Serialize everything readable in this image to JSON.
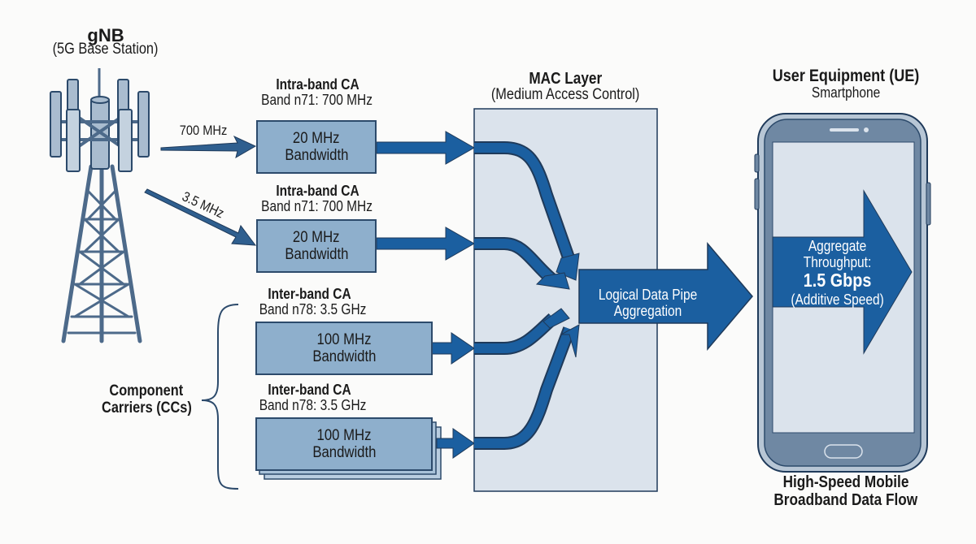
{
  "gnb": {
    "title": "gNB",
    "subtitle": "(5G Base Station)",
    "links": [
      {
        "label": "700 MHz"
      },
      {
        "label": "3.5 MHz"
      }
    ]
  },
  "component_carriers": {
    "label_line1": "Component",
    "label_line2": "Carriers (CCs)",
    "carriers": [
      {
        "type": "Intra-band CA",
        "band": "Band n71: 700 MHz",
        "bw_line1": "20 MHz",
        "bw_line2": "Bandwidth"
      },
      {
        "type": "Intra-band CA",
        "band": "Band n71: 700 MHz",
        "bw_line1": "20 MHz",
        "bw_line2": "Bandwidth"
      },
      {
        "type": "Inter-band CA",
        "band": "Band n78: 3.5 GHz",
        "bw_line1": "100 MHz",
        "bw_line2": "Bandwidth"
      },
      {
        "type": "Inter-band CA",
        "band": "Band n78: 3.5 GHz",
        "bw_line1": "100 MHz",
        "bw_line2": "Bandwidth"
      }
    ]
  },
  "mac": {
    "title": "MAC Layer",
    "subtitle": "(Medium Access Control)",
    "pipe_line1": "Logical Data Pipe",
    "pipe_line2": "Aggregation"
  },
  "ue": {
    "title": "User Equipment (UE)",
    "subtitle": "Smartphone",
    "throughput_line1": "Aggregate",
    "throughput_line2": "Throughput:",
    "throughput_value": "1.5 Gbps",
    "throughput_note": "(Additive Speed)",
    "footer_line1": "High-Speed Mobile",
    "footer_line2": "Broadband Data Flow"
  },
  "colors": {
    "flow_blue": "#1b5fa0",
    "outline_navy": "#1f3a5a",
    "box_fill": "#8eafcc",
    "panel_fill": "#dbe3ec",
    "phone_body": "#6f88a3"
  }
}
